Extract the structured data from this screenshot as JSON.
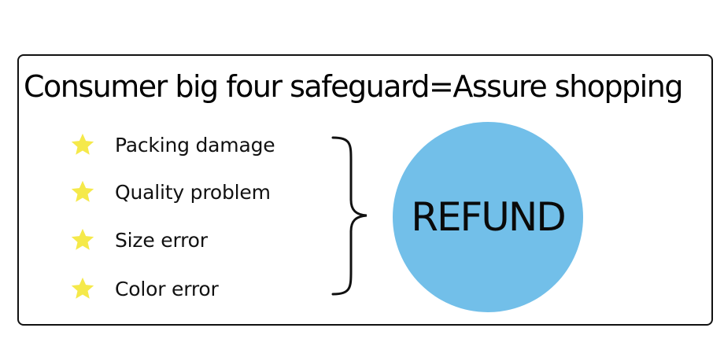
{
  "headline": "Consumer big four safeguard=Assure shopping",
  "items": [
    {
      "label": "Packing damage",
      "icon": "star-icon"
    },
    {
      "label": "Quality problem",
      "icon": "star-icon"
    },
    {
      "label": "Size error",
      "icon": "star-icon"
    },
    {
      "label": "Color error",
      "icon": "star-icon"
    }
  ],
  "result": "REFUND",
  "colors": {
    "star": "#f5e94a",
    "circle": "#72bfe9",
    "border": "#111111"
  }
}
